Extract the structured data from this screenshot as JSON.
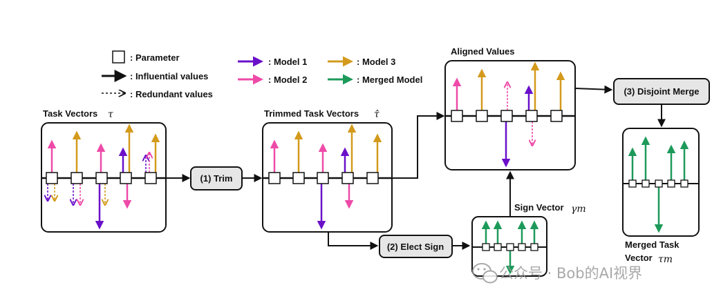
{
  "legend": {
    "parameter": ": Parameter",
    "influential": ": Influential values",
    "redundant": ": Redundant values",
    "model1": ": Model 1",
    "model2": ": Model 2",
    "model3": ": Model 3",
    "merged_model": ": Merged Model"
  },
  "panels": {
    "task_vectors": {
      "title": "Task Vectors",
      "symbol": "τ"
    },
    "trimmed": {
      "title": "Trimmed Task Vectors",
      "symbol": "τ̂"
    },
    "aligned": {
      "title": "Aligned Values"
    },
    "sign": {
      "title": "Sign Vector",
      "symbol": "γm"
    },
    "merged": {
      "title_line1": "Merged Task",
      "title_line2": "Vector",
      "symbol": "τm"
    }
  },
  "steps": {
    "trim": "(1) Trim",
    "elect": "(2) Elect Sign",
    "merge": "(3) Disjoint Merge"
  },
  "colors": {
    "model1": "#6a10c9",
    "model2": "#ee4aa8",
    "model3": "#d39a1c",
    "merged": "#1d9a5a",
    "influential": "#111111",
    "step_fill": "#e6e6e6"
  },
  "watermark": "公众号 · Bob的AI视界"
}
